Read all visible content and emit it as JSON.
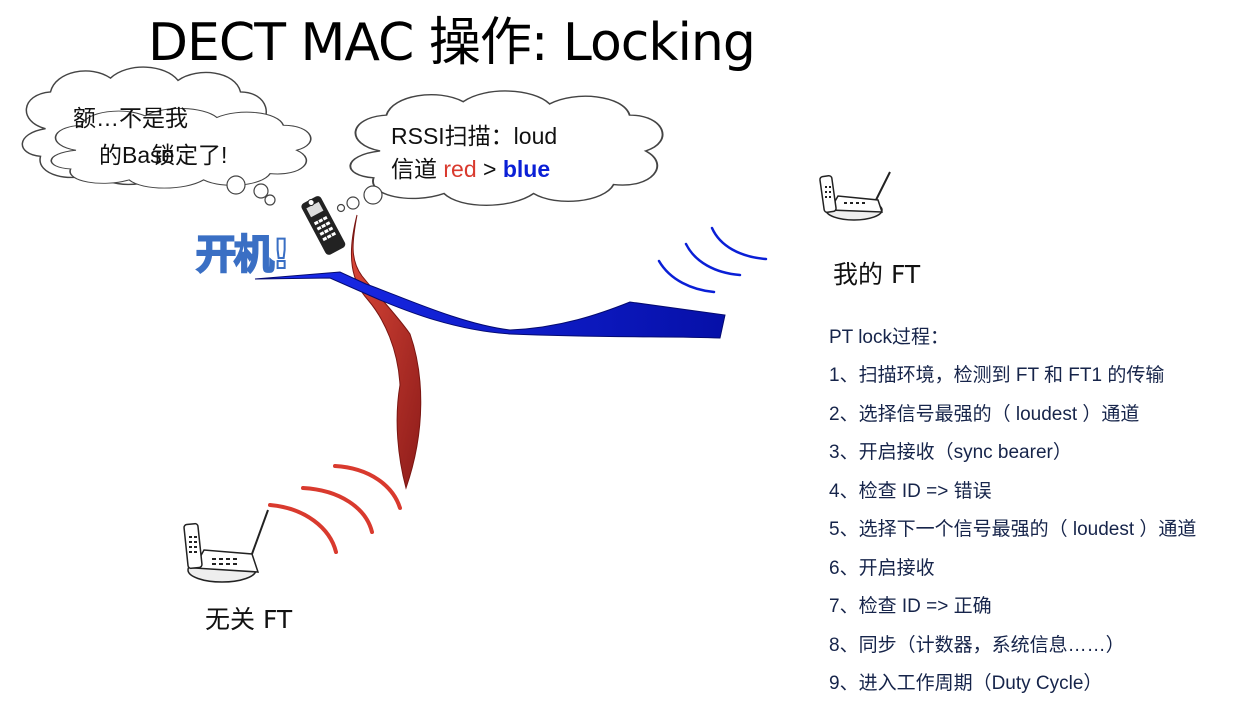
{
  "title": "DECT MAC 操作: Locking",
  "power_on_text": "开机!",
  "thought_bubble_left": {
    "line1": "额…不是我",
    "line2a": "的Base",
    "line2b": "锁定了!"
  },
  "thought_bubble_right": {
    "line1": "RSSI扫描：loud",
    "line2_prefix": "信道 ",
    "red_word": "red",
    "separator": " > ",
    "blue_word": "blue"
  },
  "my_ft_label": "我的 FT",
  "other_ft_label": "无关 FT",
  "process": {
    "heading": "PT lock过程：",
    "steps": [
      "1、扫描环境，检测到 FT 和 FT1 的传输",
      "2、选择信号最强的（ loudest ）通道",
      "3、开启接收（sync bearer）",
      "4、检查 ID  => 错误",
      "5、选择下一个信号最强的（ loudest ）通道",
      "6、开启接收",
      "7、检查 ID => 正确",
      "8、同步（计数器，系统信息……）",
      "9、进入工作周期（Duty Cycle）"
    ]
  },
  "colors": {
    "red_signal": "#d93a2e",
    "blue_signal": "#0a1fd6",
    "blue_arrow": "#0a12c9",
    "red_arrow": "#c8302a",
    "steps_text": "#16244a"
  },
  "icons": [
    "cordless-base-station-icon",
    "mobile-handset-icon"
  ]
}
